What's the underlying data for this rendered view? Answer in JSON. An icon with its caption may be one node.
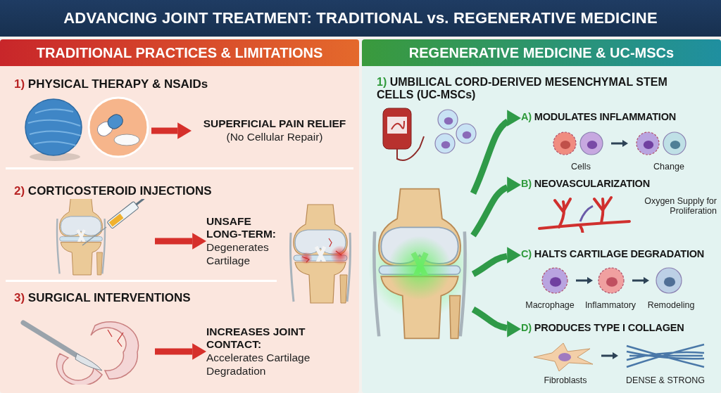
{
  "diagram": {
    "title": "ADVANCING JOINT TREATMENT: TRADITIONAL vs. REGENERATIVE MEDICINE",
    "nodes": [
      {
        "text": [
          "TRADITIONAL PRACTICES & LIMITATIONS"
        ]
      },
      {
        "text": [],
        "shape": "picture",
        "in": 0
      },
      {
        "text": [
          "SUPERFICIAL PAIN RELIEF",
          "(No Cellular Repair)"
        ],
        "in": 0
      },
      {
        "text": [],
        "shape": "picture",
        "in": 0
      },
      {
        "text": [
          "UNSAFE LONG-TERM:",
          "Degenerates Cartilage"
        ],
        "in": 0
      },
      {
        "text": [],
        "shape": "picture",
        "in": 0
      },
      {
        "text": [
          "INCREASES JOINT CONTACT:",
          "Accelerates Cartilage Degradation"
        ],
        "in": 0
      },
      {
        "text": [
          "REGENERATIVE MEDICINE & UC-MSCs"
        ]
      },
      {
        "text": [],
        "shape": "picture",
        "in": 7
      },
      {
        "text": [
          "A) MODULATES INFLAMMATION",
          "Cells",
          "Change"
        ],
        "in": 7
      },
      {
        "text": [
          "B) NEOVASCULARIZATION",
          "Oxygen Supply for Proliferation"
        ],
        "in": 7
      },
      {
        "text": [
          "C) HALTS CARTILAGE DEGRADATION",
          "Macrophage",
          "Inflammatory",
          "Remodeling"
        ],
        "in": 7
      },
      {
        "text": [
          "D) PRODUCES TYPE I COLLAGEN",
          "Fibroblasts",
          "DENSE & STRONG"
        ],
        "in": 7
      }
    ],
    "edges": [
      {
        "from": 1,
        "to": 2,
        "arrow": "to",
        "color": "#d6302b"
      },
      {
        "from": 3,
        "to": 4,
        "arrow": "to",
        "color": "#d6302b"
      },
      {
        "from": 5,
        "to": 6,
        "arrow": "to",
        "color": "#d6302b"
      },
      {
        "from": 8,
        "to": 9,
        "arrow": "to"
      },
      {
        "from": 8,
        "to": 10,
        "arrow": "to"
      },
      {
        "from": 8,
        "to": 11,
        "arrow": "to"
      },
      {
        "from": 8,
        "to": 12,
        "arrow": "to"
      }
    ],
    "labels": [
      "1) PHYSICAL THERAPY & NSAIDs",
      "2) CORTICOSTEROID INJECTIONS",
      "3) SURGICAL INTERVENTIONS",
      "1) UMBILICAL CORD-DERIVED MESENCHYMAL STEM CELLS (UC-MSCs)"
    ]
  }
}
